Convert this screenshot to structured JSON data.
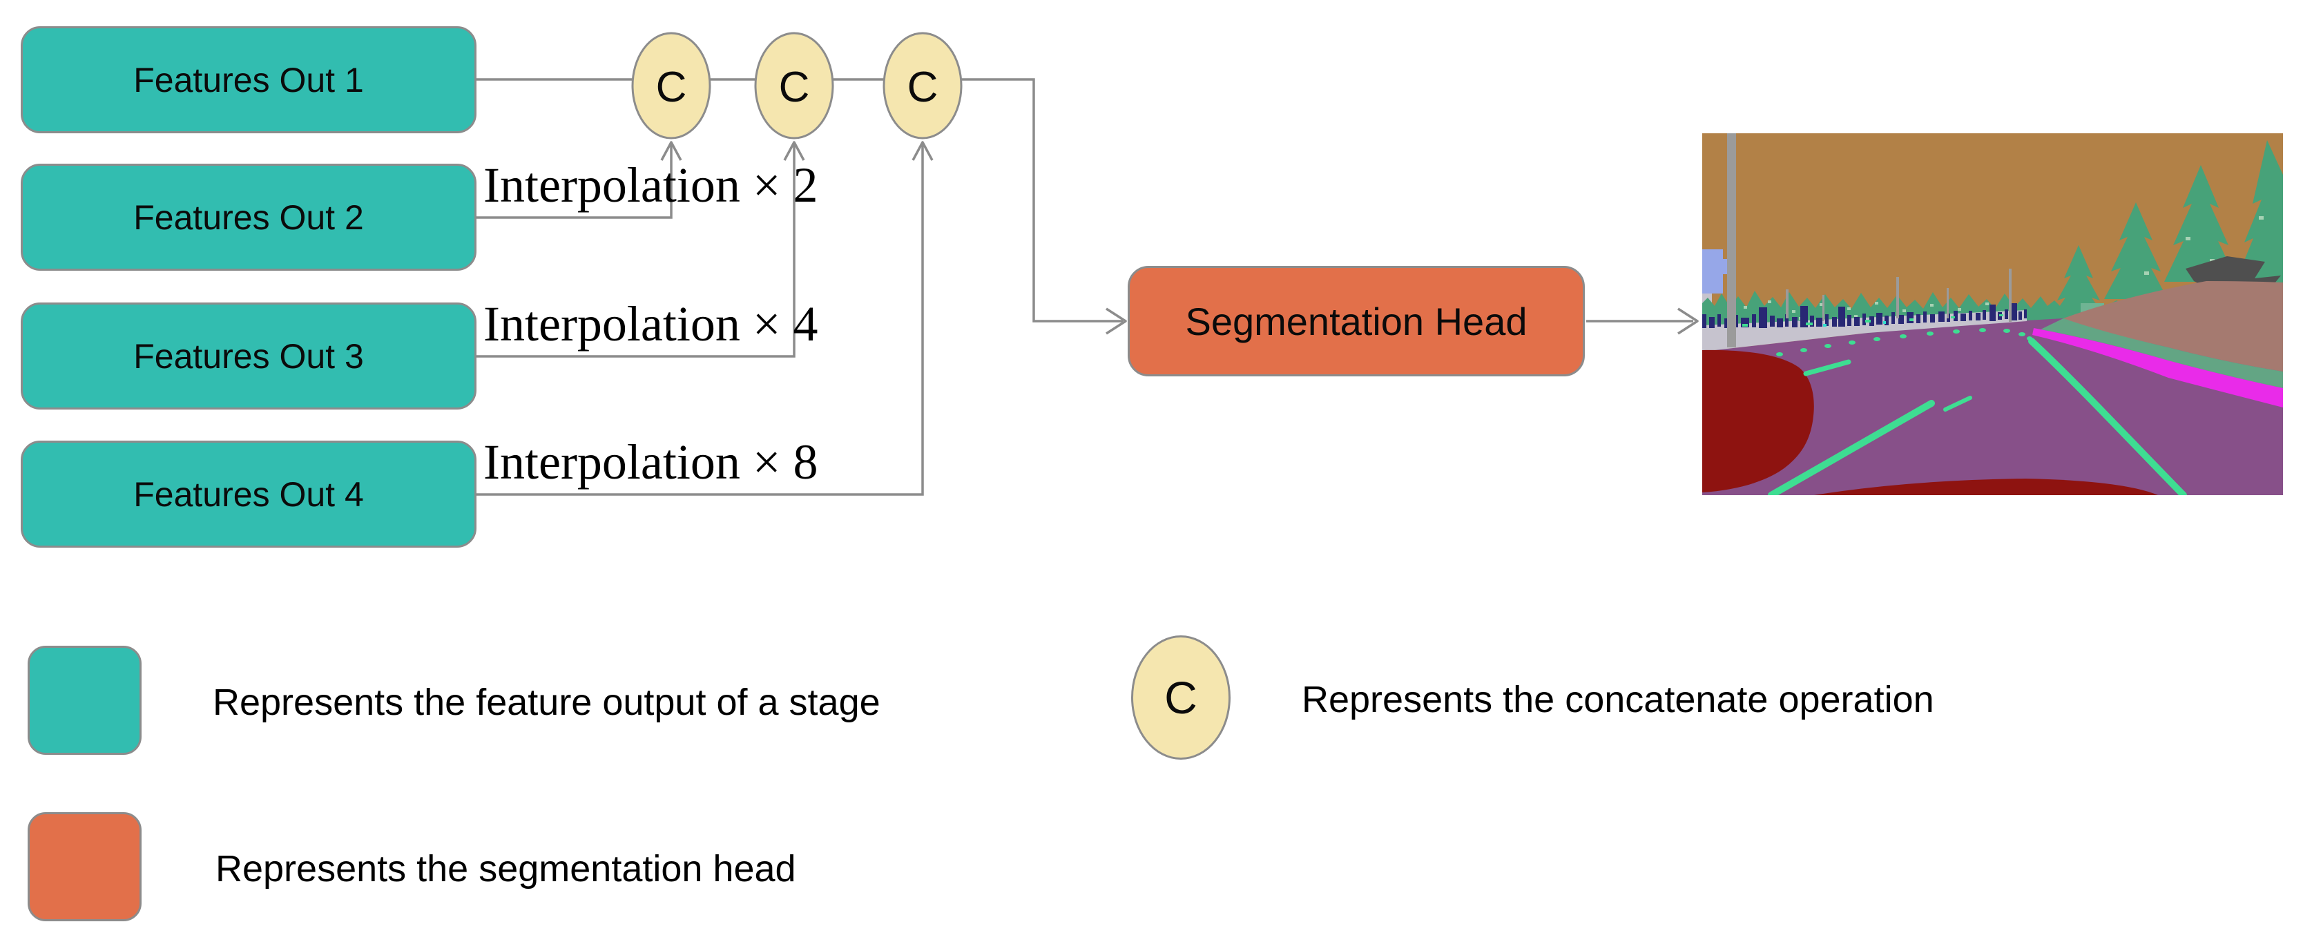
{
  "diagram": {
    "feature_boxes": [
      {
        "label": "Features Out 1"
      },
      {
        "label": "Features Out 2"
      },
      {
        "label": "Features Out 3"
      },
      {
        "label": "Features Out 4"
      }
    ],
    "concat_node_label": "C",
    "interpolation_labels": [
      "Interpolation × 2",
      "Interpolation × 4",
      "Interpolation × 8"
    ],
    "segmentation_head_label": "Segmentation Head"
  },
  "legend": {
    "feature_output_text": "Represents the feature output of a stage",
    "segmentation_head_text": "Represents the segmentation head",
    "concat_symbol": "C",
    "concatenate_text": "Represents the concatenate operation"
  },
  "colors": {
    "feature_box_fill": "#32BDB0",
    "segmentation_head_fill": "#E2704A",
    "concat_node_fill": "#F5E6AF",
    "shape_border": "#8C8C8C",
    "connector": "#8C8C8C",
    "text": "#000000",
    "background": "#FFFFFF"
  },
  "segmentation_image": {
    "content": "semantic segmentation of a forest road scene",
    "palette": {
      "terrain_tan": "#B28147",
      "tree_green": "#47A279",
      "tree_light_green": "#A7D2B4",
      "tree_mid_green": "#6FB493",
      "sky_patch_blue": "#96A7E8",
      "pole_gray": "#9B9B9B",
      "figure_navy": "#282874",
      "sidewalk_gray": "#C6C3CE",
      "road_purple": "#875089",
      "lane_marking_green": "#3EDD92",
      "edge_magenta": "#E92BE9",
      "shoulder_seagreen": "#63A584",
      "hillside_rose": "#A57A70",
      "rock_dark_gray": "#4F4F4F",
      "vehicle_dark_red": "#8E1310",
      "speck_cyan": "#35E0D0"
    }
  }
}
